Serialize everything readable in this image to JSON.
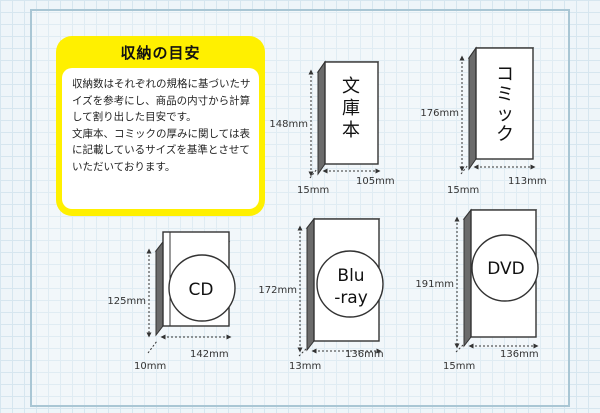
{
  "info": {
    "title": "収納の目安",
    "text1": "収納数はそれぞれの規格に基づいたサイズを参考にし、商品の内寸から計算して割り出した目安です。",
    "text2": "文庫本、コミックの厚みに関しては表に記載しているサイズを基準とさせていただいております。"
  },
  "items": {
    "bunko": {
      "label": "文庫本",
      "height": "148mm",
      "width": "105mm",
      "depth": "15mm"
    },
    "comic": {
      "label": "コミック",
      "height": "176mm",
      "width": "113mm",
      "depth": "15mm"
    },
    "cd": {
      "label": "CD",
      "height": "125mm",
      "width": "142mm",
      "depth": "10mm"
    },
    "bluray": {
      "label_line1": "Blu",
      "label_line2": "-ray",
      "height": "172mm",
      "width": "136mm",
      "depth": "13mm"
    },
    "dvd": {
      "label": "DVD",
      "height": "191mm",
      "width": "136mm",
      "depth": "15mm"
    }
  }
}
